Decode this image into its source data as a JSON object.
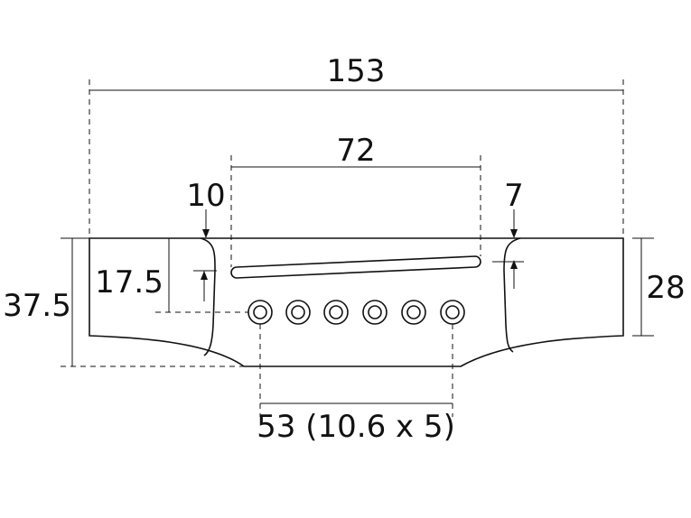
{
  "diagram": {
    "dimensions": {
      "overall_length": "153",
      "saddle_slot_length": "72",
      "left_radius": "10",
      "right_radius": "7",
      "total_height": "37.5",
      "pin_height": "17.5",
      "end_height": "28",
      "pin_spacing": "53 (10.6 x 5)"
    },
    "pin_holes": [
      1,
      2,
      3,
      4,
      5,
      6
    ]
  }
}
